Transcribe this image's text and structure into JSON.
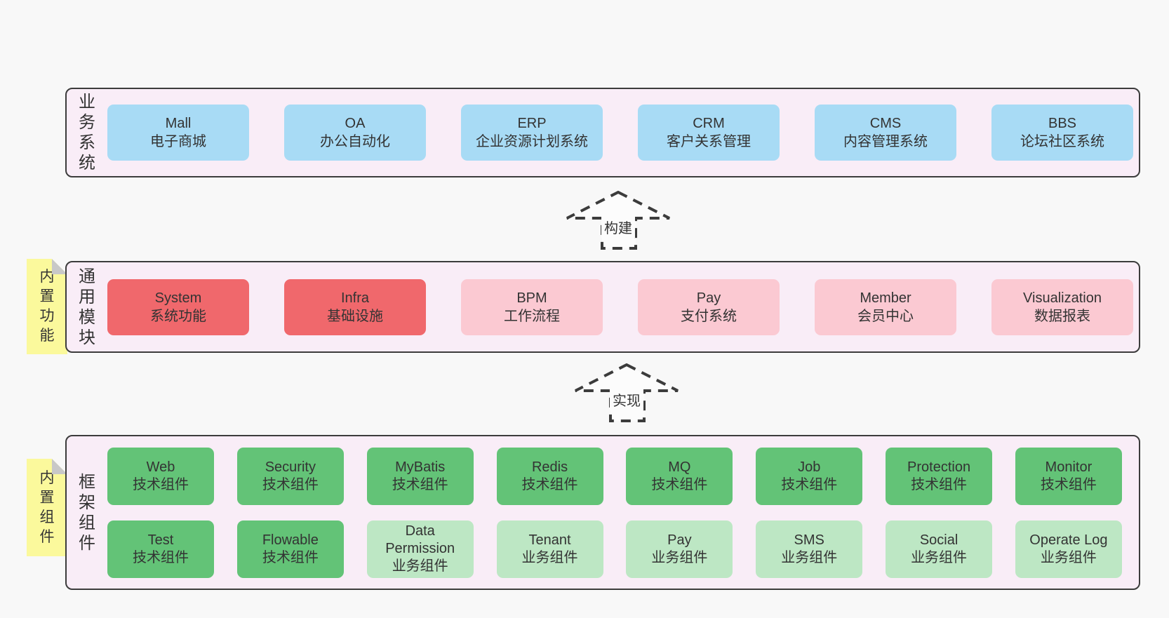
{
  "colors": {
    "page_bg": "#f8f8f8",
    "band_bg": "#f9edf7",
    "band_border": "#3c3c3c",
    "box_blue": "#a8dbf5",
    "box_red": "#f0686c",
    "box_pink": "#fbc9d2",
    "box_green": "#63c377",
    "box_green_light": "#bde7c4",
    "note_yellow": "#fbf99c",
    "note_fold": "#c8c8c8",
    "text": "#333333",
    "arrow": "#3c3c3c"
  },
  "arrows": [
    {
      "label": "构建"
    },
    {
      "label": "实现"
    }
  ],
  "layers": [
    {
      "label": "业务系统",
      "boxes": [
        {
          "name": "Mall",
          "desc": "电子商城",
          "variant": "blue"
        },
        {
          "name": "OA",
          "desc": "办公自动化",
          "variant": "blue"
        },
        {
          "name": "ERP",
          "desc": "企业资源计划系统",
          "variant": "blue"
        },
        {
          "name": "CRM",
          "desc": "客户关系管理",
          "variant": "blue"
        },
        {
          "name": "CMS",
          "desc": "内容管理系统",
          "variant": "blue"
        },
        {
          "name": "BBS",
          "desc": "论坛社区系统",
          "variant": "blue"
        }
      ]
    },
    {
      "label": "通用模块",
      "note": "内置功能",
      "boxes": [
        {
          "name": "System",
          "desc": "系统功能",
          "variant": "red"
        },
        {
          "name": "Infra",
          "desc": "基础设施",
          "variant": "red"
        },
        {
          "name": "BPM",
          "desc": "工作流程",
          "variant": "pink"
        },
        {
          "name": "Pay",
          "desc": "支付系统",
          "variant": "pink"
        },
        {
          "name": "Member",
          "desc": "会员中心",
          "variant": "pink"
        },
        {
          "name": "Visualization",
          "desc": "数据报表",
          "variant": "pink"
        }
      ]
    },
    {
      "label": "框架组件",
      "note": "内置组件",
      "rows": [
        [
          {
            "name": "Web",
            "desc": "技术组件",
            "variant": "green"
          },
          {
            "name": "Security",
            "desc": "技术组件",
            "variant": "green"
          },
          {
            "name": "MyBatis",
            "desc": "技术组件",
            "variant": "green"
          },
          {
            "name": "Redis",
            "desc": "技术组件",
            "variant": "green"
          },
          {
            "name": "MQ",
            "desc": "技术组件",
            "variant": "green"
          },
          {
            "name": "Job",
            "desc": "技术组件",
            "variant": "green"
          },
          {
            "name": "Protection",
            "desc": "技术组件",
            "variant": "green"
          },
          {
            "name": "Monitor",
            "desc": "技术组件",
            "variant": "green"
          }
        ],
        [
          {
            "name": "Test",
            "desc": "技术组件",
            "variant": "green"
          },
          {
            "name": "Flowable",
            "desc": "技术组件",
            "variant": "green"
          },
          {
            "name": "Data Permission",
            "desc": "业务组件",
            "variant": "green-light"
          },
          {
            "name": "Tenant",
            "desc": "业务组件",
            "variant": "green-light"
          },
          {
            "name": "Pay",
            "desc": "业务组件",
            "variant": "green-light"
          },
          {
            "name": "SMS",
            "desc": "业务组件",
            "variant": "green-light"
          },
          {
            "name": "Social",
            "desc": "业务组件",
            "variant": "green-light"
          },
          {
            "name": "Operate Log",
            "desc": "业务组件",
            "variant": "green-light"
          }
        ]
      ]
    }
  ]
}
